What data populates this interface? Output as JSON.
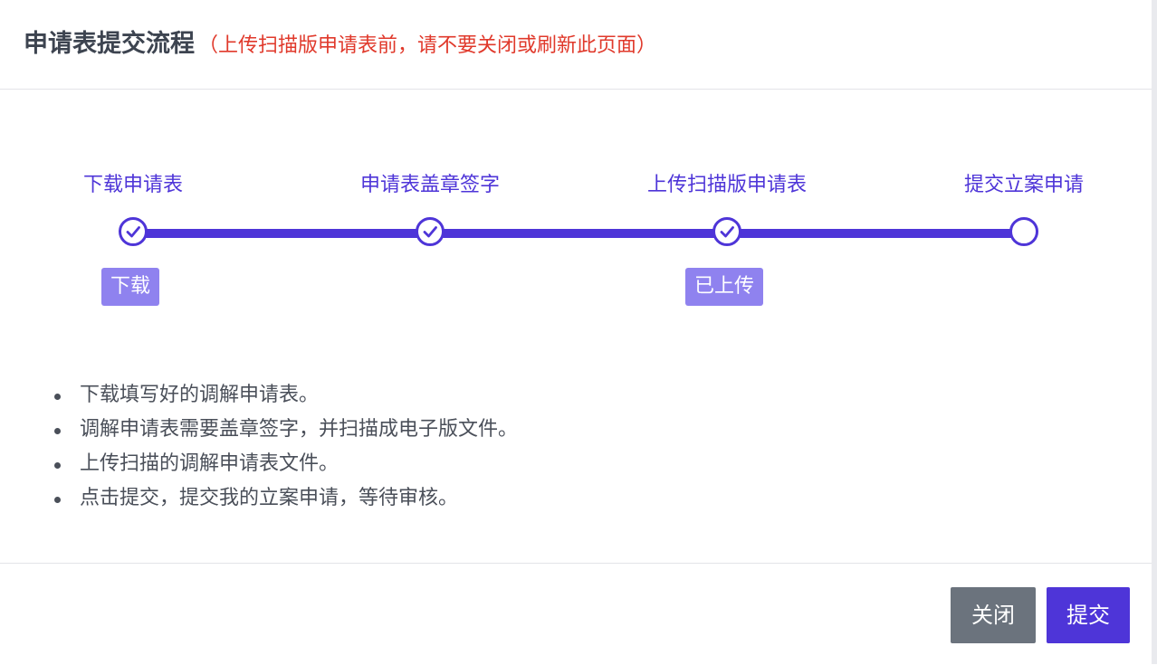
{
  "header": {
    "title": "申请表提交流程",
    "warning": "（上传扫描版申请表前，请不要关闭或刷新此页面）"
  },
  "steps": [
    {
      "label": "下载申请表",
      "completed": true,
      "action": "下载"
    },
    {
      "label": "申请表盖章签字",
      "completed": true
    },
    {
      "label": "上传扫描版申请表",
      "completed": true,
      "action": "已上传"
    },
    {
      "label": "提交立案申请",
      "completed": false
    }
  ],
  "instructions": [
    "下载填写好的调解申请表。",
    "调解申请表需要盖章签字，并扫描成电子版文件。",
    "上传扫描的调解申请表文件。",
    "点击提交，提交我的立案申请，等待审核。"
  ],
  "footer": {
    "close_label": "关闭",
    "submit_label": "提交"
  },
  "colors": {
    "accent": "#4e35d8",
    "action_button": "#8f82ef",
    "warning": "#e0392b",
    "close_button": "#6b737d"
  },
  "icons": {
    "completed": "check-circle-icon",
    "pending": "empty-circle-icon"
  }
}
